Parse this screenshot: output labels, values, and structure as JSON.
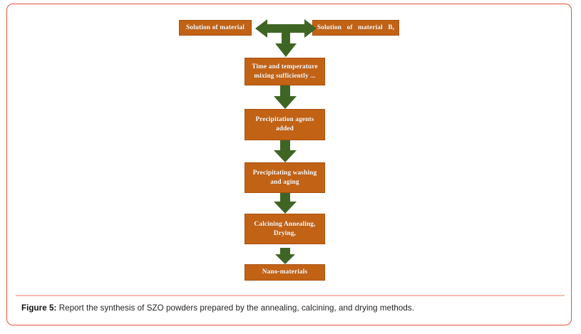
{
  "figure": {
    "caption_label": "Figure 5:",
    "caption_text": " Report the synthesis of SZO powders prepared by the annealing, calcining, and drying methods."
  },
  "colors": {
    "node_fill": "#c26215",
    "node_border": "#a9500d",
    "node_text": "#ffffff",
    "arrow": "#3f6524",
    "frame_border": "#e8503a",
    "caption_rule": "#f4bdb2",
    "page_background": "#ffffff"
  },
  "flowchart": {
    "type": "process-flow",
    "title": "Synthesis of SZO powders",
    "nodes": [
      {
        "id": "left",
        "label": "Solution of material"
      },
      {
        "id": "right",
        "label": "Solution of material B,"
      },
      {
        "id": "mix",
        "label": "Time and temperature mixing sufficiently ..."
      },
      {
        "id": "precip",
        "label": "Precipitation agents added"
      },
      {
        "id": "wash",
        "label": "Precipitating washing and aging"
      },
      {
        "id": "calc",
        "label": "Calcining Annealing, Drying,"
      },
      {
        "id": "nano",
        "label": "Nano-materials"
      }
    ],
    "connectors": [
      {
        "id": "tri",
        "kind": "tri-directional-arrow",
        "directions": [
          "left",
          "right",
          "down"
        ]
      },
      {
        "id": "arrow-1",
        "kind": "down-arrow",
        "from": "mix",
        "to": "precip"
      },
      {
        "id": "arrow-2",
        "kind": "down-arrow",
        "from": "precip",
        "to": "wash"
      },
      {
        "id": "arrow-3",
        "kind": "down-arrow",
        "from": "wash",
        "to": "calc"
      },
      {
        "id": "arrow-4",
        "kind": "down-arrow",
        "from": "calc",
        "to": "nano"
      }
    ]
  }
}
